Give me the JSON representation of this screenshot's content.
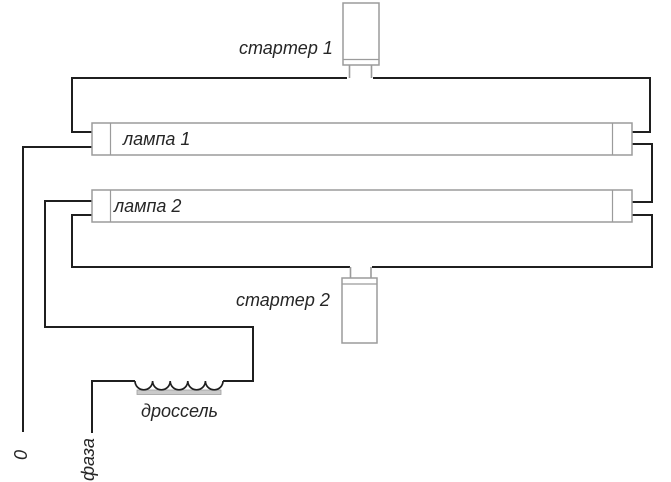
{
  "diagram": {
    "lamps": [
      {
        "label": "лампа 1"
      },
      {
        "label": "лампа 2"
      }
    ],
    "starters": [
      {
        "label": "стартер 1"
      },
      {
        "label": "стартер 2"
      }
    ],
    "choke": {
      "label": "дроссель"
    },
    "terminals": {
      "neutral": "0",
      "phase": "фаза"
    }
  },
  "colors": {
    "background": "#ffffff",
    "wire": "#1f1f1f",
    "component-outline": "#9b9b9b",
    "text": "#262626",
    "core-bar-fill": "#cacaca",
    "core-bar-edge": "#9f9f9f"
  }
}
